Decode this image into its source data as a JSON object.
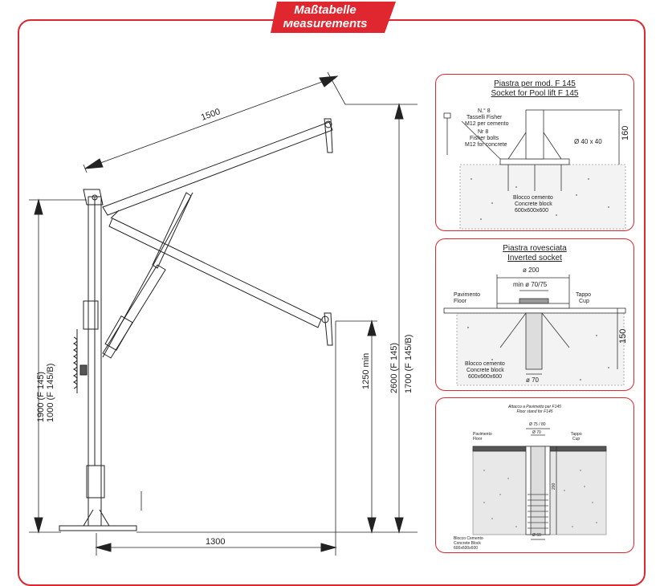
{
  "banner": {
    "line1": "Maßtabelle",
    "line2": "Measurements",
    "color": "#e0262e"
  },
  "main_dims": {
    "arm_length": "1500",
    "base_width": "1300",
    "height_left_1": "1900 (F 145)",
    "height_left_2": "1000 (F 145/B)",
    "lift_min": "1250 min",
    "height_right_1": "2600 (F 145)",
    "height_right_2": "1700 (F 145/B)"
  },
  "panel1": {
    "title1": "Piastra per mod. F 145",
    "title2": "Socket for Pool lift F 145",
    "bolts_it1": "N.° 8",
    "bolts_it2": "Tasselli Fisher",
    "bolts_it3": "M12 per cemento",
    "bolts_en1": "Nr 8",
    "bolts_en2": "Fisher bolts",
    "bolts_en3": "M12 for concrete",
    "tube": "Ø 40 x 40",
    "height": "160",
    "block_it": "Blocco cemento",
    "block_en": "Concrete block",
    "block_size": "600x600x600"
  },
  "panel2": {
    "title1": "Piastra rovesciata",
    "title2": "Inverted socket",
    "d200": "ø 200",
    "min": "min ø 70/75",
    "floor_it": "Pavimento",
    "floor_en": "Floor",
    "cup_it": "Tappo",
    "cup_en": "Cup",
    "depth": "150",
    "block_it": "Blocco cemento",
    "block_en": "Concrete block",
    "block_size": "600x600x600",
    "d70": "ø 70"
  },
  "panel3": {
    "title1": "Attacco a Pavimetto per F145",
    "title2": "Floor stand for F145",
    "d75": "Ø 75 / 80",
    "d70": "Ø 70",
    "floor_it": "Pavimento",
    "floor_en": "Floor",
    "cup_it": "Tappo",
    "cup_en": "Cup",
    "depth": "200",
    "d60": "Ø 60",
    "block_it": "Blocco Cemento",
    "block_en": "Concrete Block",
    "block_size": "600x600x600"
  }
}
